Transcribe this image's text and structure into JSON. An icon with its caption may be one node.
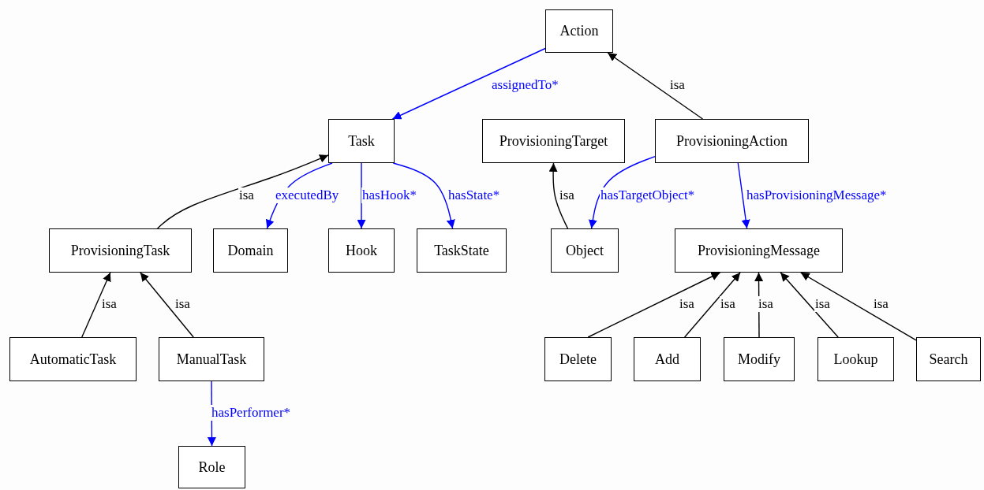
{
  "diagram": {
    "nodes": [
      {
        "text": [
          "Action"
        ]
      },
      {
        "text": [
          "Task"
        ]
      },
      {
        "text": [
          "ProvisioningTarget"
        ]
      },
      {
        "text": [
          "ProvisioningAction"
        ]
      },
      {
        "text": [
          "ProvisioningTask"
        ]
      },
      {
        "text": [
          "Domain"
        ]
      },
      {
        "text": [
          "Hook"
        ]
      },
      {
        "text": [
          "TaskState"
        ]
      },
      {
        "text": [
          "Object"
        ]
      },
      {
        "text": [
          "ProvisioningMessage"
        ]
      },
      {
        "text": [
          "AutomaticTask"
        ]
      },
      {
        "text": [
          "ManualTask"
        ]
      },
      {
        "text": [
          "Delete"
        ]
      },
      {
        "text": [
          "Add"
        ]
      },
      {
        "text": [
          "Modify"
        ]
      },
      {
        "text": [
          "Lookup"
        ]
      },
      {
        "text": [
          "Search"
        ]
      },
      {
        "text": [
          "Role"
        ]
      }
    ],
    "edges": [
      {
        "from": 0,
        "to": 1,
        "arrow": "to",
        "label": "assignedTo*",
        "color": "#0000ff"
      },
      {
        "from": 3,
        "to": 0,
        "arrow": "to",
        "label": "isa"
      },
      {
        "from": 4,
        "to": 1,
        "arrow": "to",
        "label": "isa"
      },
      {
        "from": 1,
        "to": 5,
        "arrow": "to",
        "label": "executedBy",
        "color": "#0000ff"
      },
      {
        "from": 1,
        "to": 6,
        "arrow": "to",
        "label": "hasHook*",
        "color": "#0000ff"
      },
      {
        "from": 1,
        "to": 7,
        "arrow": "to",
        "label": "hasState*",
        "color": "#0000ff"
      },
      {
        "from": 8,
        "to": 2,
        "arrow": "to",
        "label": "isa"
      },
      {
        "from": 3,
        "to": 8,
        "arrow": "to",
        "label": "hasTargetObject*",
        "color": "#0000ff"
      },
      {
        "from": 3,
        "to": 9,
        "arrow": "to",
        "label": "hasProvisioningMessage*",
        "color": "#0000ff"
      },
      {
        "from": 10,
        "to": 4,
        "arrow": "to",
        "label": "isa"
      },
      {
        "from": 11,
        "to": 4,
        "arrow": "to",
        "label": "isa"
      },
      {
        "from": 12,
        "to": 9,
        "arrow": "to",
        "label": "isa"
      },
      {
        "from": 13,
        "to": 9,
        "arrow": "to",
        "label": "isa"
      },
      {
        "from": 14,
        "to": 9,
        "arrow": "to",
        "label": "isa"
      },
      {
        "from": 15,
        "to": 9,
        "arrow": "to",
        "label": "isa"
      },
      {
        "from": 16,
        "to": 9,
        "arrow": "to",
        "label": "isa"
      },
      {
        "from": 11,
        "to": 17,
        "arrow": "to",
        "label": "hasPerformer*",
        "color": "#0000ff"
      }
    ]
  }
}
